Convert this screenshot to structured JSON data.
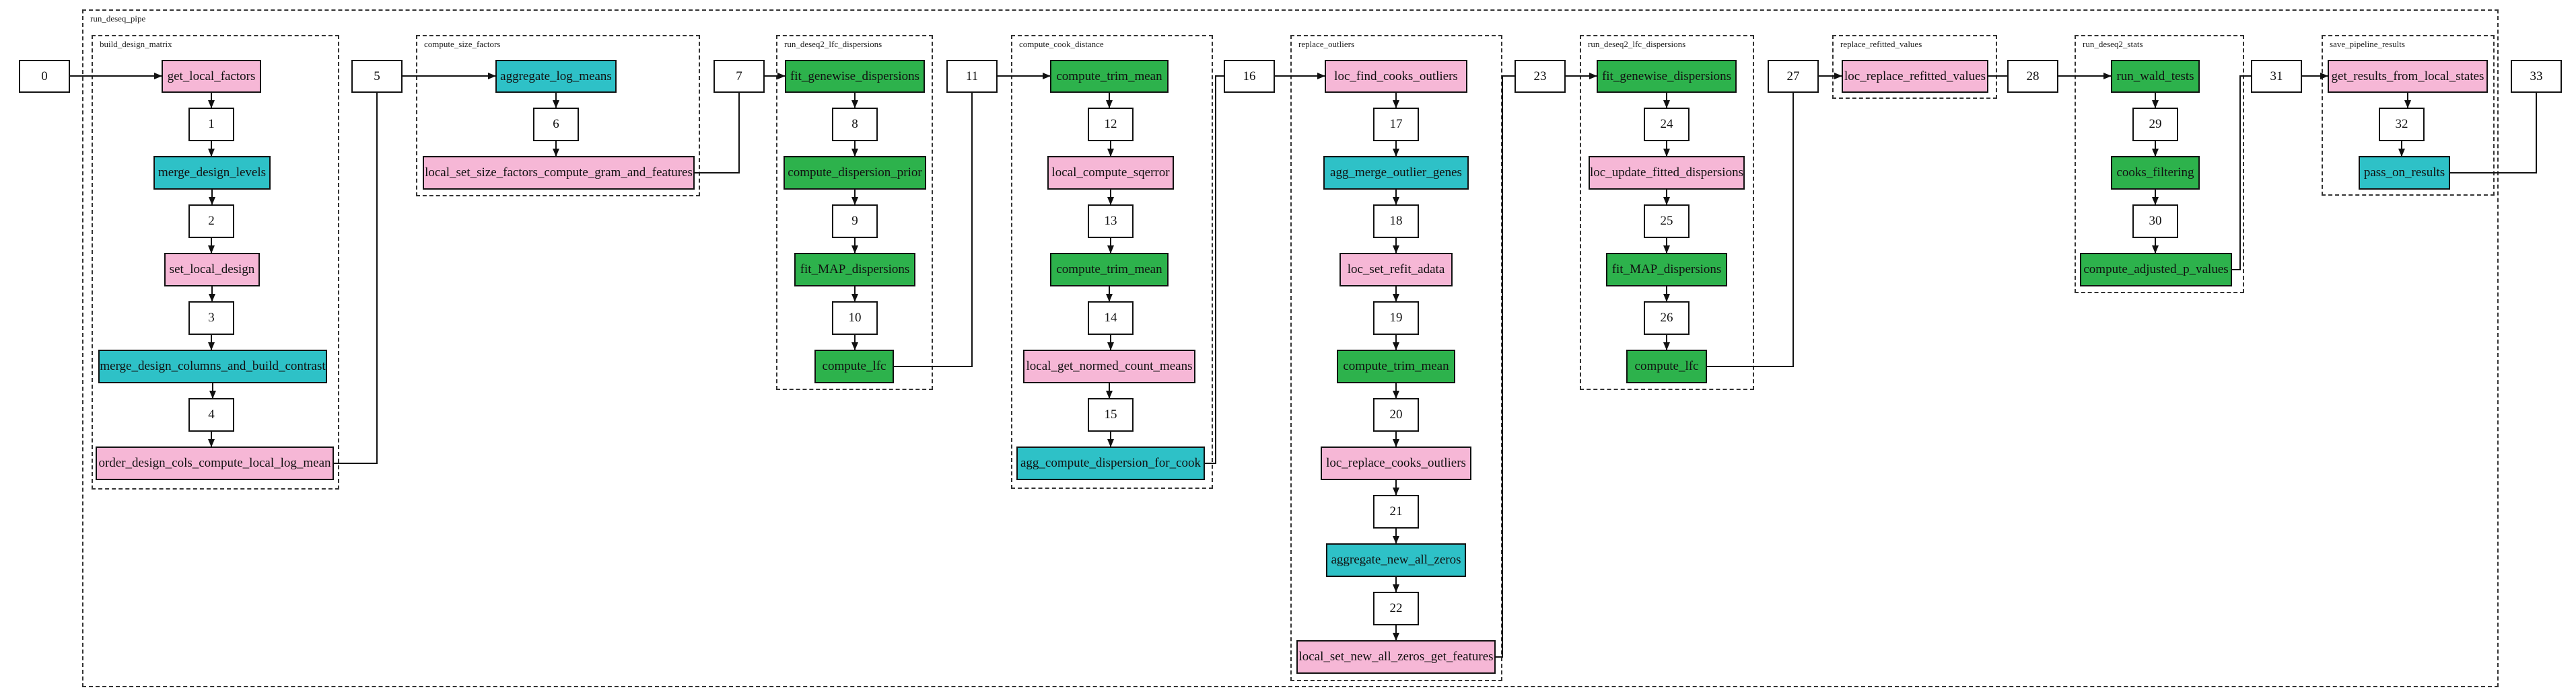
{
  "colors": {
    "pink": "#F6B7D6",
    "teal": "#2EC1C7",
    "green": "#2DB24C",
    "white": "#FFFFFF",
    "edge": "#111111"
  },
  "clusters": [
    {
      "id": "c_main",
      "label": "run_deseq_pipe"
    },
    {
      "id": "c_bdm",
      "label": "build_design_matrix"
    },
    {
      "id": "c_csf",
      "label": "compute_size_factors"
    },
    {
      "id": "c_lfc1",
      "label": "run_deseq2_lfc_dispersions"
    },
    {
      "id": "c_ccd",
      "label": "compute_cook_distance"
    },
    {
      "id": "c_ro",
      "label": "replace_outliers"
    },
    {
      "id": "c_lfc2",
      "label": "run_deseq2_lfc_dispersions"
    },
    {
      "id": "c_rrv",
      "label": "replace_refitted_values"
    },
    {
      "id": "c_stats",
      "label": "run_deseq2_stats"
    },
    {
      "id": "c_spr",
      "label": "save_pipeline_results"
    }
  ],
  "nodes": [
    {
      "id": "n0",
      "label": "0",
      "kind": "num"
    },
    {
      "id": "glf",
      "label": "get_local_factors",
      "kind": "pink"
    },
    {
      "id": "n1",
      "label": "1",
      "kind": "num"
    },
    {
      "id": "mdl",
      "label": "merge_design_levels",
      "kind": "teal"
    },
    {
      "id": "n2",
      "label": "2",
      "kind": "num"
    },
    {
      "id": "sld",
      "label": "set_local_design",
      "kind": "pink"
    },
    {
      "id": "n3",
      "label": "3",
      "kind": "num"
    },
    {
      "id": "mdc",
      "label": "merge_design_columns_and_build_contrast",
      "kind": "teal"
    },
    {
      "id": "n4",
      "label": "4",
      "kind": "num"
    },
    {
      "id": "odc",
      "label": "order_design_cols_compute_local_log_mean",
      "kind": "pink"
    },
    {
      "id": "n5",
      "label": "5",
      "kind": "num"
    },
    {
      "id": "alm",
      "label": "aggregate_log_means",
      "kind": "teal"
    },
    {
      "id": "n6",
      "label": "6",
      "kind": "num"
    },
    {
      "id": "lsf",
      "label": "local_set_size_factors_compute_gram_and_features",
      "kind": "pink"
    },
    {
      "id": "n7",
      "label": "7",
      "kind": "num"
    },
    {
      "id": "fgd1",
      "label": "fit_genewise_dispersions",
      "kind": "green"
    },
    {
      "id": "n8",
      "label": "8",
      "kind": "num"
    },
    {
      "id": "cdp",
      "label": "compute_dispersion_prior",
      "kind": "green"
    },
    {
      "id": "n9",
      "label": "9",
      "kind": "num"
    },
    {
      "id": "fmd1",
      "label": "fit_MAP_dispersions",
      "kind": "green"
    },
    {
      "id": "n10",
      "label": "10",
      "kind": "num"
    },
    {
      "id": "clfc1",
      "label": "compute_lfc",
      "kind": "green"
    },
    {
      "id": "n11",
      "label": "11",
      "kind": "num"
    },
    {
      "id": "ctm1",
      "label": "compute_trim_mean",
      "kind": "green"
    },
    {
      "id": "n12",
      "label": "12",
      "kind": "num"
    },
    {
      "id": "lcs",
      "label": "local_compute_sqerror",
      "kind": "pink"
    },
    {
      "id": "n13",
      "label": "13",
      "kind": "num"
    },
    {
      "id": "ctm2",
      "label": "compute_trim_mean",
      "kind": "green"
    },
    {
      "id": "n14",
      "label": "14",
      "kind": "num"
    },
    {
      "id": "lgn",
      "label": "local_get_normed_count_means",
      "kind": "pink"
    },
    {
      "id": "n15",
      "label": "15",
      "kind": "num"
    },
    {
      "id": "acd",
      "label": "agg_compute_dispersion_for_cook",
      "kind": "teal"
    },
    {
      "id": "n16",
      "label": "16",
      "kind": "num"
    },
    {
      "id": "lfco",
      "label": "loc_find_cooks_outliers",
      "kind": "pink"
    },
    {
      "id": "n17",
      "label": "17",
      "kind": "num"
    },
    {
      "id": "amog",
      "label": "agg_merge_outlier_genes",
      "kind": "teal"
    },
    {
      "id": "n18",
      "label": "18",
      "kind": "num"
    },
    {
      "id": "lsra",
      "label": "loc_set_refit_adata",
      "kind": "pink"
    },
    {
      "id": "n19",
      "label": "19",
      "kind": "num"
    },
    {
      "id": "ctm3",
      "label": "compute_trim_mean",
      "kind": "green"
    },
    {
      "id": "n20",
      "label": "20",
      "kind": "num"
    },
    {
      "id": "lrco",
      "label": "loc_replace_cooks_outliers",
      "kind": "pink"
    },
    {
      "id": "n21",
      "label": "21",
      "kind": "num"
    },
    {
      "id": "anaz",
      "label": "aggregate_new_all_zeros",
      "kind": "teal"
    },
    {
      "id": "n22",
      "label": "22",
      "kind": "num"
    },
    {
      "id": "lsnaz",
      "label": "local_set_new_all_zeros_get_features",
      "kind": "pink"
    },
    {
      "id": "n23",
      "label": "23",
      "kind": "num"
    },
    {
      "id": "fgd2",
      "label": "fit_genewise_dispersions",
      "kind": "green"
    },
    {
      "id": "n24",
      "label": "24",
      "kind": "num"
    },
    {
      "id": "lufd",
      "label": "loc_update_fitted_dispersions",
      "kind": "pink"
    },
    {
      "id": "n25",
      "label": "25",
      "kind": "num"
    },
    {
      "id": "fmd2",
      "label": "fit_MAP_dispersions",
      "kind": "green"
    },
    {
      "id": "n26",
      "label": "26",
      "kind": "num"
    },
    {
      "id": "clfc2",
      "label": "compute_lfc",
      "kind": "green"
    },
    {
      "id": "n27",
      "label": "27",
      "kind": "num"
    },
    {
      "id": "lrrv",
      "label": "loc_replace_refitted_values",
      "kind": "pink"
    },
    {
      "id": "n28",
      "label": "28",
      "kind": "num"
    },
    {
      "id": "rwt",
      "label": "run_wald_tests",
      "kind": "green"
    },
    {
      "id": "n29",
      "label": "29",
      "kind": "num"
    },
    {
      "id": "cf",
      "label": "cooks_filtering",
      "kind": "green"
    },
    {
      "id": "n30",
      "label": "30",
      "kind": "num"
    },
    {
      "id": "capv",
      "label": "compute_adjusted_p_values",
      "kind": "green"
    },
    {
      "id": "n31",
      "label": "31",
      "kind": "num"
    },
    {
      "id": "grfls",
      "label": "get_results_from_local_states",
      "kind": "pink"
    },
    {
      "id": "n32",
      "label": "32",
      "kind": "num"
    },
    {
      "id": "por",
      "label": "pass_on_results",
      "kind": "teal"
    },
    {
      "id": "n33",
      "label": "33",
      "kind": "num"
    }
  ],
  "edges": [
    [
      "n0",
      "glf"
    ],
    [
      "glf",
      "n1"
    ],
    [
      "n1",
      "mdl"
    ],
    [
      "mdl",
      "n2"
    ],
    [
      "n2",
      "sld"
    ],
    [
      "sld",
      "n3"
    ],
    [
      "n3",
      "mdc"
    ],
    [
      "mdc",
      "n4"
    ],
    [
      "n4",
      "odc"
    ],
    [
      "odc",
      "n5"
    ],
    [
      "n5",
      "alm"
    ],
    [
      "alm",
      "n6"
    ],
    [
      "n6",
      "lsf"
    ],
    [
      "lsf",
      "n7"
    ],
    [
      "n7",
      "fgd1"
    ],
    [
      "fgd1",
      "n8"
    ],
    [
      "n8",
      "cdp"
    ],
    [
      "cdp",
      "n9"
    ],
    [
      "n9",
      "fmd1"
    ],
    [
      "fmd1",
      "n10"
    ],
    [
      "n10",
      "clfc1"
    ],
    [
      "clfc1",
      "n11"
    ],
    [
      "n11",
      "ctm1"
    ],
    [
      "ctm1",
      "n12"
    ],
    [
      "n12",
      "lcs"
    ],
    [
      "lcs",
      "n13"
    ],
    [
      "n13",
      "ctm2"
    ],
    [
      "ctm2",
      "n14"
    ],
    [
      "n14",
      "lgn"
    ],
    [
      "lgn",
      "n15"
    ],
    [
      "n15",
      "acd"
    ],
    [
      "acd",
      "n16"
    ],
    [
      "n16",
      "lfco"
    ],
    [
      "lfco",
      "n17"
    ],
    [
      "n17",
      "amog"
    ],
    [
      "amog",
      "n18"
    ],
    [
      "n18",
      "lsra"
    ],
    [
      "lsra",
      "n19"
    ],
    [
      "n19",
      "ctm3"
    ],
    [
      "ctm3",
      "n20"
    ],
    [
      "n20",
      "lrco"
    ],
    [
      "lrco",
      "n21"
    ],
    [
      "n21",
      "anaz"
    ],
    [
      "anaz",
      "n22"
    ],
    [
      "n22",
      "lsnaz"
    ],
    [
      "lsnaz",
      "n23"
    ],
    [
      "n23",
      "fgd2"
    ],
    [
      "fgd2",
      "n24"
    ],
    [
      "n24",
      "lufd"
    ],
    [
      "lufd",
      "n25"
    ],
    [
      "n25",
      "fmd2"
    ],
    [
      "fmd2",
      "n26"
    ],
    [
      "n26",
      "clfc2"
    ],
    [
      "clfc2",
      "n27"
    ],
    [
      "n27",
      "lrrv"
    ],
    [
      "lrrv",
      "n28"
    ],
    [
      "n28",
      "rwt"
    ],
    [
      "rwt",
      "n29"
    ],
    [
      "n29",
      "cf"
    ],
    [
      "cf",
      "n30"
    ],
    [
      "n30",
      "capv"
    ],
    [
      "capv",
      "n31"
    ],
    [
      "n31",
      "grfls"
    ],
    [
      "grfls",
      "n32"
    ],
    [
      "n32",
      "por"
    ],
    [
      "por",
      "n33"
    ]
  ]
}
